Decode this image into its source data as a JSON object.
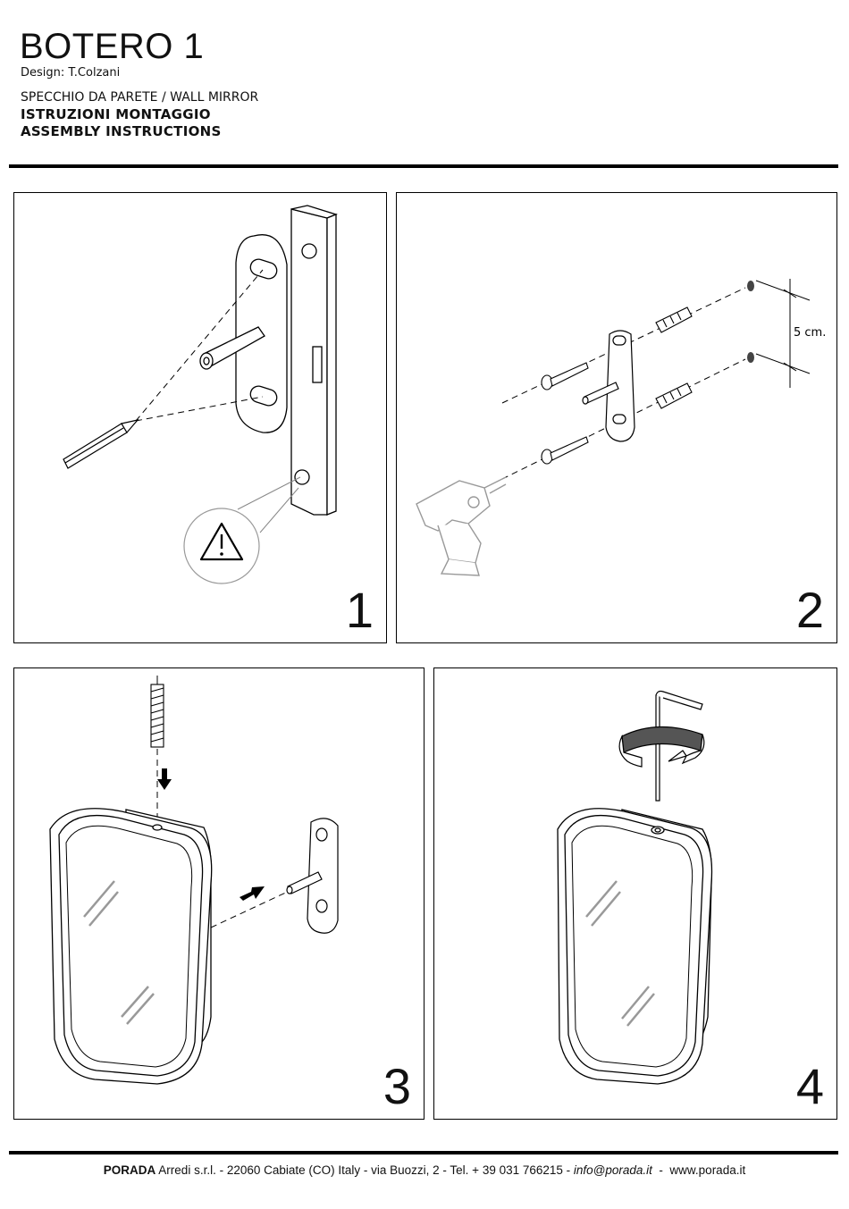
{
  "header": {
    "product_name": "BOTERO 1",
    "designer": "Design: T.Colzani",
    "product_type": "SPECCHIO DA PARETE / WALL MIRROR",
    "instructions_it": "ISTRUZIONI MONTAGGIO",
    "instructions_en": "ASSEMBLY INSTRUCTIONS"
  },
  "steps": [
    {
      "number": "1"
    },
    {
      "number": "2",
      "measure_label": "5 cm."
    },
    {
      "number": "3"
    },
    {
      "number": "4"
    }
  ],
  "icons": [
    "pencil-icon",
    "warning-triangle-icon",
    "drill-icon",
    "screw-icon",
    "wall-plug-icon",
    "allen-key-icon",
    "rotation-arrow-icon",
    "arrow-down-icon",
    "arrow-right-icon"
  ],
  "footer": {
    "brand": "PORADA",
    "company": " Arredi s.r.l. - 22060 Cabiate (CO) Italy - via Buozzi, 2 - Tel. + 39 031 766215 - ",
    "email": "info@porada.it",
    "website_sep": "  -  ",
    "website": "www.porada.it"
  }
}
